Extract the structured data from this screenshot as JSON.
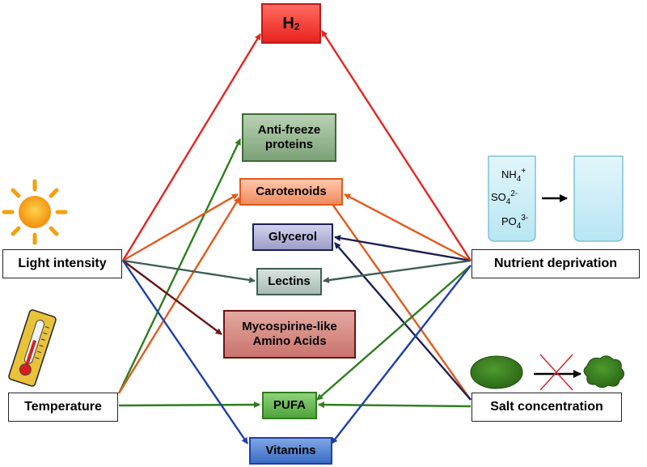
{
  "factors": {
    "light": "Light intensity",
    "temperature": "Temperature",
    "nutrient": "Nutrient deprivation",
    "salt": "Salt concentration"
  },
  "products": {
    "h2": {
      "main": "H",
      "sub": "2"
    },
    "antifreeze": [
      "Anti-freeze",
      "proteins"
    ],
    "carotenoids": "Carotenoids",
    "glycerol": "Glycerol",
    "lectins": "Lectins",
    "mycosporine": [
      "Mycospirine-like",
      "Amino Acids"
    ],
    "pufa": "PUFA",
    "vitamins": "Vitamins"
  },
  "ions": {
    "nh4": {
      "base": "NH",
      "sub": "4",
      "sup": "+"
    },
    "so4": {
      "base": "SO",
      "sub": "4",
      "sup": "2-"
    },
    "po4": {
      "base": "PO",
      "sub": "4",
      "sup": "3-"
    }
  },
  "colors": {
    "red": "#e8231f",
    "green": "#2f7d1f",
    "orange": "#e25a1c",
    "navy": "#1c1f52",
    "slate": "#3f5f56",
    "maroon": "#6a1414",
    "blue": "#1f3fa8"
  }
}
